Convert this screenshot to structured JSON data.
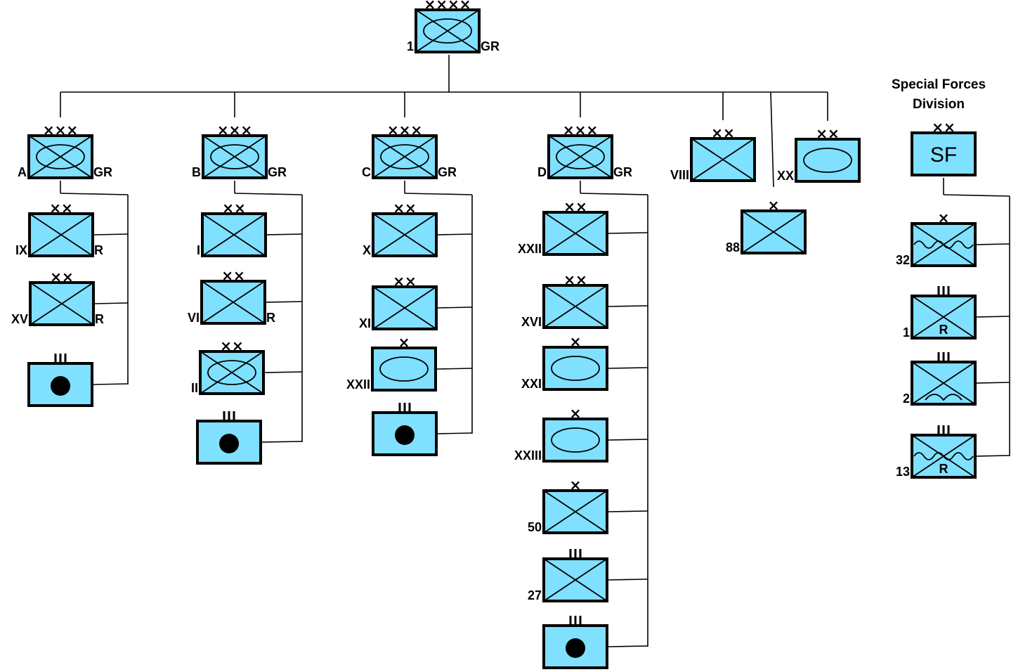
{
  "chart_data": {
    "type": "diagram",
    "title": "",
    "sf_division": {
      "title_line1": "Special Forces",
      "title_line2": "Division",
      "symbol_text": "SF"
    },
    "echelon_marks": {
      "division": "××",
      "corps": "×××",
      "army": "××××",
      "brigade": "×",
      "regiment": "III"
    },
    "units": [
      {
        "id": "army",
        "type": "mech_inf",
        "echelon": "××××",
        "label": "1",
        "suffix": "GR"
      },
      {
        "id": "corps-a",
        "type": "mech_inf",
        "echelon": "×××",
        "label": "A",
        "suffix": "GR"
      },
      {
        "id": "corps-b",
        "type": "mech_inf",
        "echelon": "×××",
        "label": "B",
        "suffix": "GR"
      },
      {
        "id": "corps-c",
        "type": "mech_inf",
        "echelon": "×××",
        "label": "C",
        "suffix": "GR"
      },
      {
        "id": "corps-d",
        "type": "mech_inf",
        "echelon": "×××",
        "label": "D",
        "suffix": "GR"
      },
      {
        "id": "div-viii",
        "type": "infantry",
        "echelon": "××",
        "label": "VIII",
        "suffix": ""
      },
      {
        "id": "div-xx",
        "type": "armor",
        "echelon": "××",
        "label": "XX",
        "suffix": ""
      },
      {
        "id": "bde-88",
        "type": "infantry",
        "echelon": "×",
        "label": "88",
        "suffix": ""
      },
      {
        "id": "div-ix",
        "type": "infantry",
        "echelon": "××",
        "label": "IX",
        "suffix": "R"
      },
      {
        "id": "div-xv",
        "type": "infantry",
        "echelon": "××",
        "label": "XV",
        "suffix": "R"
      },
      {
        "id": "art-a",
        "type": "artillery",
        "echelon": "III",
        "label": "",
        "suffix": ""
      },
      {
        "id": "div-i",
        "type": "infantry",
        "echelon": "××",
        "label": "I",
        "suffix": ""
      },
      {
        "id": "div-vi",
        "type": "infantry",
        "echelon": "××",
        "label": "VI",
        "suffix": "R"
      },
      {
        "id": "div-ii",
        "type": "mech_inf",
        "echelon": "××",
        "label": "II",
        "suffix": ""
      },
      {
        "id": "art-b",
        "type": "artillery",
        "echelon": "III",
        "label": "",
        "suffix": ""
      },
      {
        "id": "div-x",
        "type": "infantry",
        "echelon": "××",
        "label": "X",
        "suffix": ""
      },
      {
        "id": "div-xi",
        "type": "infantry",
        "echelon": "××",
        "label": "XI",
        "suffix": ""
      },
      {
        "id": "bde-xxii-c",
        "type": "armor",
        "echelon": "×",
        "label": "XXII",
        "suffix": ""
      },
      {
        "id": "art-c",
        "type": "artillery",
        "echelon": "III",
        "label": "",
        "suffix": ""
      },
      {
        "id": "div-xxii-d",
        "type": "infantry",
        "echelon": "××",
        "label": "XXII",
        "suffix": ""
      },
      {
        "id": "div-xvi",
        "type": "infantry",
        "echelon": "××",
        "label": "XVI",
        "suffix": ""
      },
      {
        "id": "bde-xxi",
        "type": "armor",
        "echelon": "×",
        "label": "XXI",
        "suffix": ""
      },
      {
        "id": "bde-xxiii",
        "type": "armor",
        "echelon": "×",
        "label": "XXIII",
        "suffix": ""
      },
      {
        "id": "bde-50",
        "type": "infantry",
        "echelon": "×",
        "label": "50",
        "suffix": ""
      },
      {
        "id": "reg-27",
        "type": "infantry",
        "echelon": "III",
        "label": "27",
        "suffix": ""
      },
      {
        "id": "art-d",
        "type": "artillery",
        "echelon": "III",
        "label": "",
        "suffix": ""
      },
      {
        "id": "sf-div",
        "type": "special_forces",
        "echelon": "××",
        "label": "",
        "suffix": ""
      },
      {
        "id": "bde-32",
        "type": "mountain_infantry",
        "echelon": "×",
        "label": "32",
        "suffix": ""
      },
      {
        "id": "reg-1",
        "type": "infantry",
        "echelon": "III",
        "label": "1",
        "suffix": "",
        "inner": "R"
      },
      {
        "id": "reg-2",
        "type": "airborne_infantry",
        "echelon": "III",
        "label": "2",
        "suffix": ""
      },
      {
        "id": "reg-13",
        "type": "mountain_infantry",
        "echelon": "III",
        "label": "13",
        "suffix": "",
        "inner": "R"
      }
    ],
    "links": [
      [
        "army",
        "corps-a"
      ],
      [
        "army",
        "corps-b"
      ],
      [
        "army",
        "corps-c"
      ],
      [
        "army",
        "corps-d"
      ],
      [
        "army",
        "div-viii"
      ],
      [
        "army",
        "div-xx"
      ],
      [
        "army",
        "bde-88"
      ],
      [
        "corps-a",
        "div-ix"
      ],
      [
        "corps-a",
        "div-xv"
      ],
      [
        "corps-a",
        "art-a"
      ],
      [
        "corps-b",
        "div-i"
      ],
      [
        "corps-b",
        "div-vi"
      ],
      [
        "corps-b",
        "div-ii"
      ],
      [
        "corps-b",
        "art-b"
      ],
      [
        "corps-c",
        "div-x"
      ],
      [
        "corps-c",
        "div-xi"
      ],
      [
        "corps-c",
        "bde-xxii-c"
      ],
      [
        "corps-c",
        "art-c"
      ],
      [
        "corps-d",
        "div-xxii-d"
      ],
      [
        "corps-d",
        "div-xvi"
      ],
      [
        "corps-d",
        "bde-xxi"
      ],
      [
        "corps-d",
        "bde-xxiii"
      ],
      [
        "corps-d",
        "bde-50"
      ],
      [
        "corps-d",
        "reg-27"
      ],
      [
        "corps-d",
        "art-d"
      ],
      [
        "sf-div",
        "bde-32"
      ],
      [
        "sf-div",
        "reg-1"
      ],
      [
        "sf-div",
        "reg-2"
      ],
      [
        "sf-div",
        "reg-13"
      ]
    ]
  }
}
